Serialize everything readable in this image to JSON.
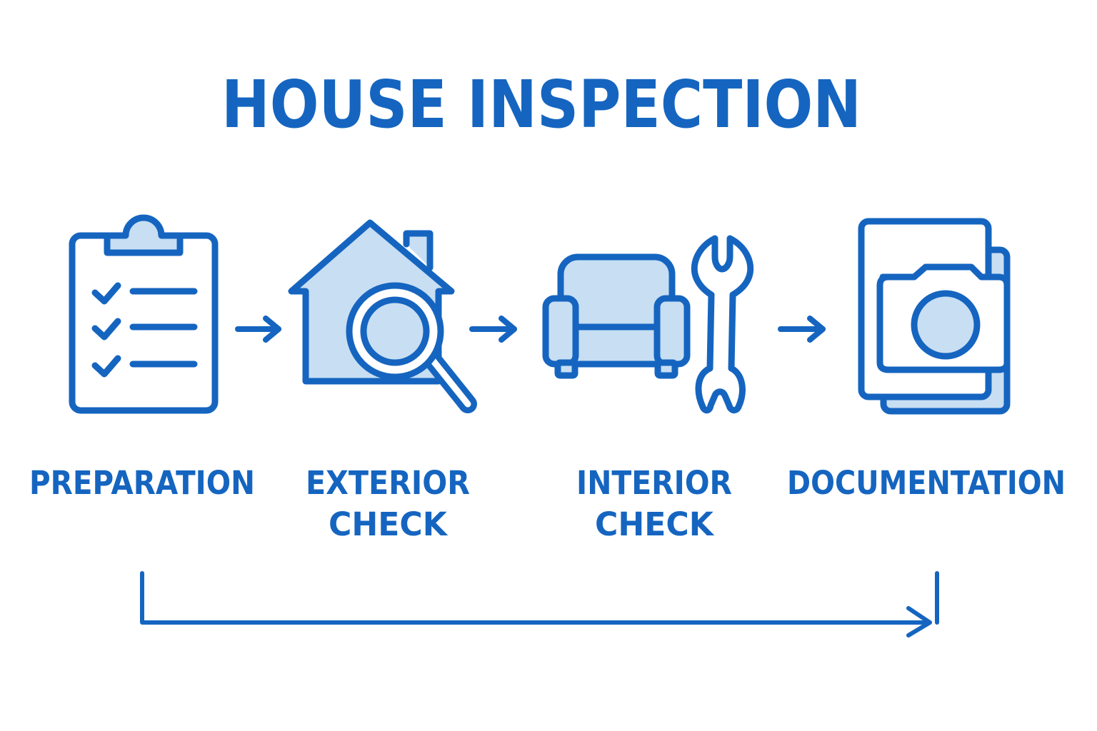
{
  "title": "HOUSE INSPECTION",
  "steps": [
    {
      "lines": [
        "PREPARATION"
      ],
      "icon": "clipboard-checklist-icon"
    },
    {
      "lines": [
        "EXTERIOR",
        "CHECK"
      ],
      "icon": "house-magnifier-icon"
    },
    {
      "lines": [
        "INTERIOR",
        "CHECK"
      ],
      "icon": "armchair-wrench-icon"
    },
    {
      "lines": [
        "DOCUMENTATION"
      ],
      "icon": "camera-documents-icon"
    }
  ],
  "colors": {
    "primary": "#1565c0",
    "fill": "#c8def3",
    "background": "#ffffff"
  }
}
